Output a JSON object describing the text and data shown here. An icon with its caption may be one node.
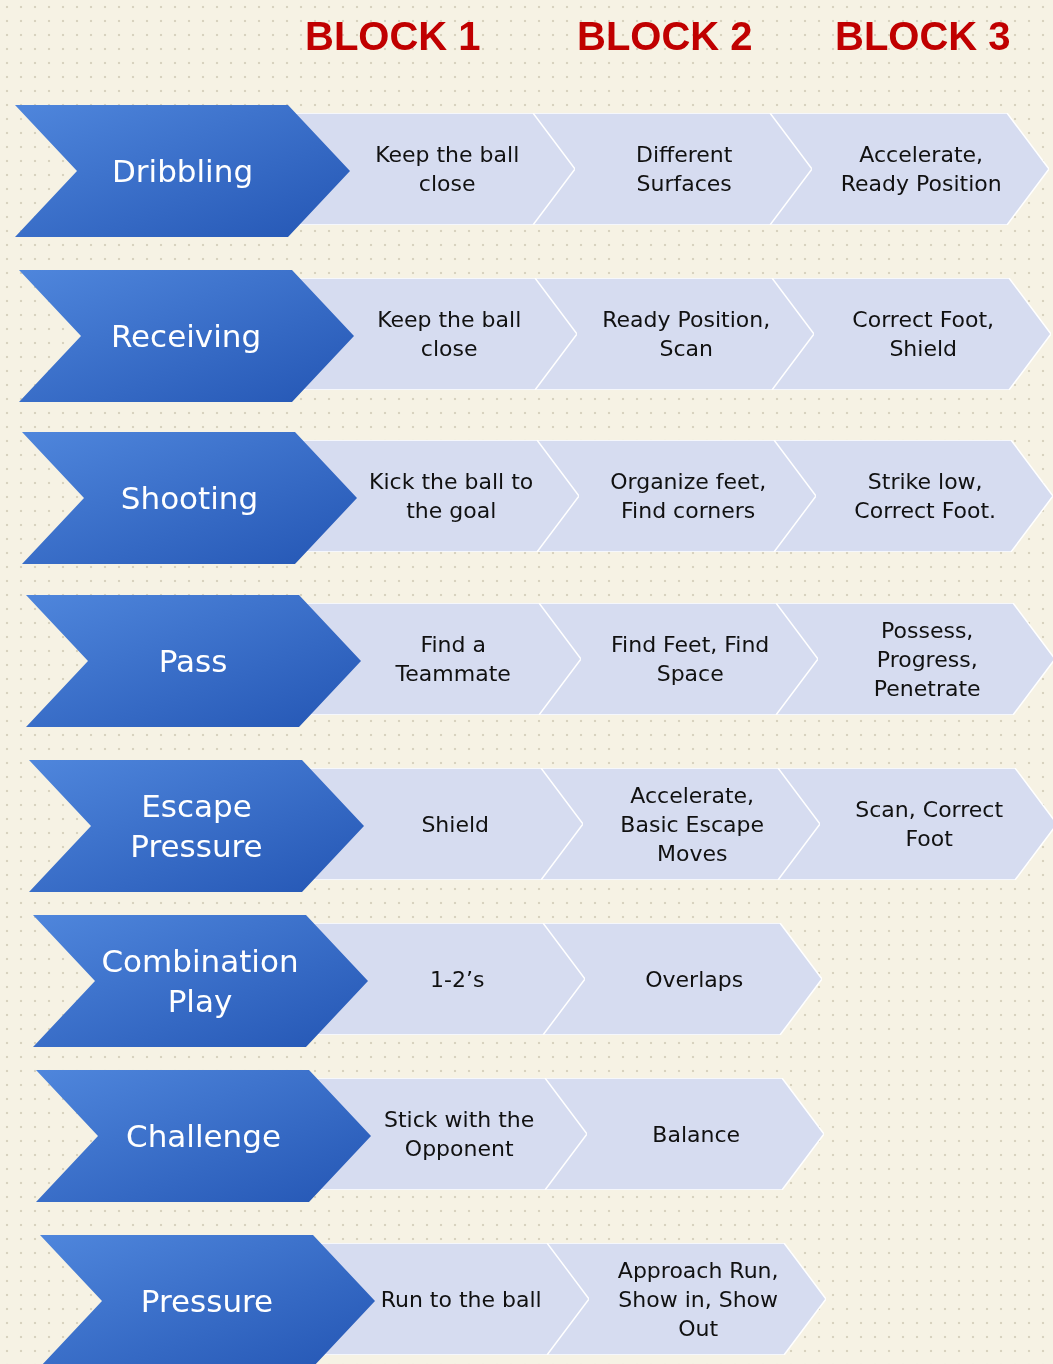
{
  "diagram": {
    "nodes": [
      {
        "text": [
          "Dribbling"
        ]
      },
      {
        "text": [
          "Keep the ball close"
        ]
      },
      {
        "text": [
          "Different Surfaces"
        ]
      },
      {
        "text": [
          "Accelerate, Ready Position"
        ]
      },
      {
        "text": [
          "Receiving"
        ]
      },
      {
        "text": [
          "Keep the ball close"
        ]
      },
      {
        "text": [
          "Ready Position, Scan"
        ]
      },
      {
        "text": [
          "Correct Foot, Shield"
        ]
      },
      {
        "text": [
          "Shooting"
        ]
      },
      {
        "text": [
          "Kick the ball to the goal"
        ]
      },
      {
        "text": [
          "Organize feet, Find corners"
        ]
      },
      {
        "text": [
          "Strike low, Correct Foot."
        ]
      },
      {
        "text": [
          "Pass"
        ]
      },
      {
        "text": [
          "Find a Teammate"
        ]
      },
      {
        "text": [
          "Find Feet, Find Space"
        ]
      },
      {
        "text": [
          "Possess, Progress, Penetrate"
        ]
      },
      {
        "text": [
          "Escape Pressure"
        ]
      },
      {
        "text": [
          "Shield"
        ]
      },
      {
        "text": [
          "Accelerate, Basic Escape Moves"
        ]
      },
      {
        "text": [
          "Scan, Correct Foot"
        ]
      },
      {
        "text": [
          "Combination Play"
        ]
      },
      {
        "text": [
          "1-2’s"
        ]
      },
      {
        "text": [
          "Overlaps"
        ]
      },
      {
        "text": [
          "Challenge"
        ]
      },
      {
        "text": [
          "Stick with the Opponent"
        ]
      },
      {
        "text": [
          "Balance"
        ]
      },
      {
        "text": [
          "Pressure"
        ]
      },
      {
        "text": [
          "Run to the ball"
        ]
      },
      {
        "text": [
          "Approach Run, Show in, Show Out"
        ]
      }
    ],
    "labels": [
      "BLOCK 1",
      "BLOCK 2",
      "BLOCK 3"
    ]
  }
}
